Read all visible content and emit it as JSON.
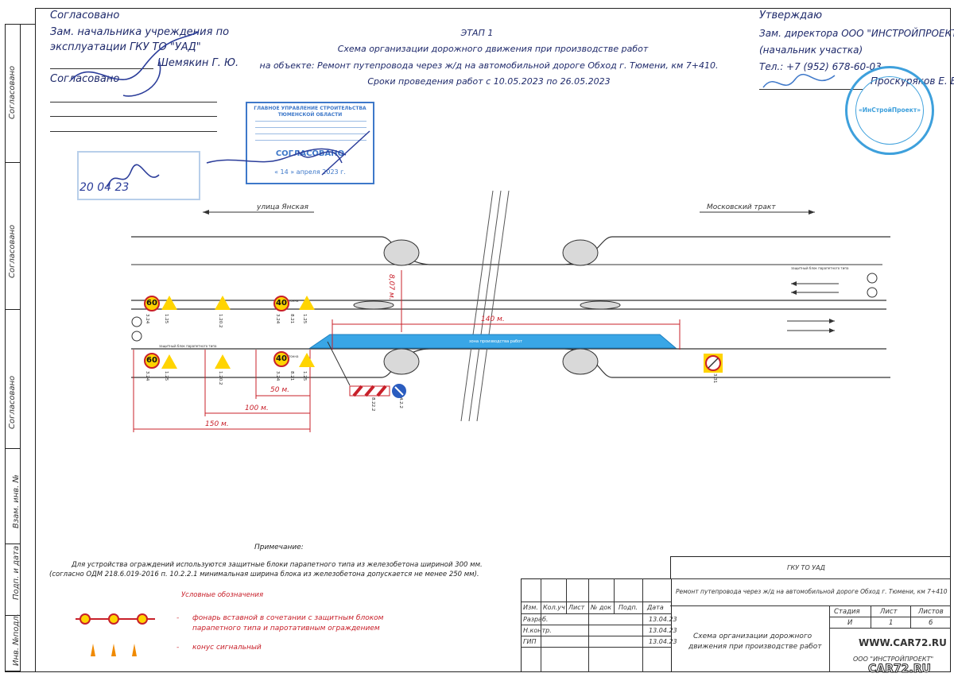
{
  "approvals": {
    "left_title": "Согласовано",
    "left_line1": "Зам. начальника учреждения по",
    "left_line2": "эксплуатации ГКУ ТО \"УАД\"",
    "left_name": "Шемякин Г. Ю.",
    "left2_title": "Согласовано",
    "date_stamp_left": "20 04 23",
    "right_title": "Утверждаю",
    "right_line1": "Зам. директора ООО \"ИНСТРОЙПРОЕКТ\"",
    "right_line2": "(начальник участка)",
    "right_phone": "Тел.: +7 (952) 678-60-03",
    "right_name": "Проскуряков Е. В."
  },
  "header": {
    "stage": "ЭТАП 1",
    "title1": "Схема организации дорожного движения при производстве работ",
    "title2": "на объекте: Ремонт путепровода через ж/д на автомобильной дороге Обход г. Тюмени, км 7+410.",
    "title3": "Сроки проведения работ с 10.05.2023 по 26.05.2023"
  },
  "stamp_main": {
    "org1": "ГЛАВНОЕ УПРАВЛЕНИЕ СТРОИТЕЛЬСТВА",
    "org2": "ТЮМЕНСКОЙ ОБЛАСТИ",
    "label": "СОГЛАСОВАНО",
    "date": "« 14 » апреля 2023 г."
  },
  "round_stamp": {
    "text": "«ИнСтройПроект»"
  },
  "side_labels": [
    "Согласовано",
    "Согласовано",
    "Согласовано",
    "Взам. инв. №",
    "Подп. и дата",
    "Инв. №подл."
  ],
  "scheme": {
    "street_left": "улица Янская",
    "street_right": "Московский тракт",
    "dim_140": "140 м.",
    "dim_8": "8,07 м.",
    "dim_50": "50 м.",
    "dim_100": "100 м.",
    "dim_150": "150 м.",
    "speed_limit": "40",
    "speed_limit_60": "60",
    "sign_codes": [
      "3.24",
      "1.25",
      "1.20.2",
      "3.24",
      "8.21",
      "1.25",
      "8.22.2",
      "4.2.2",
      "3.31",
      "3.24",
      "1.25",
      "1.20.2",
      "3.24",
      "8.21",
      "1.25"
    ],
    "curb_label_top": "защитный блок парапетного типа",
    "curb_label_bottom": "защитный блок парапетного типа",
    "plate_labels": [
      "тонна",
      "тонна"
    ],
    "blue_label": "зона производства работ"
  },
  "notes": {
    "heading": "Примечание:",
    "line1": "Для устройства ограждений используются защитные блоки парапетного типа из железобетона шириной 300 мм.",
    "line2": "(согласно ОДМ 218.6.019-2016 п. 10.2.2.1 минимальная ширина блока из железобетона допускается не менее 250 мм).",
    "legend_title": "Условные обозначения",
    "legend1_a": "фонарь вставной в сочетании с защитным блоком",
    "legend1_b": "парапетного типа и паротативным ограждением",
    "legend2": "конус сигнальный",
    "dash": "-"
  },
  "titleblock": {
    "org": "ГКУ ТО УАД",
    "project": "Ремонт путепровода через ж/д на автомобильной дороге Обход г. Тюмени, км 7+410",
    "col_heads": [
      "Изм.",
      "Кол.уч",
      "Лист",
      "№ док",
      "Подп.",
      "Дата"
    ],
    "rows": [
      {
        "role": "Разраб.",
        "date": "13.04.23"
      },
      {
        "role": "Н.контр.",
        "date": "13.04.23"
      },
      {
        "role": "ГИП",
        "date": "13.04.23"
      }
    ],
    "drawing_name1": "Схема организации дорожного",
    "drawing_name2": "движения при производстве работ",
    "stage_head": "Стадия",
    "sheet_head": "Лист",
    "sheets_head": "Листов",
    "stage_val": "И",
    "sheet_val": "1",
    "sheets_val": "6",
    "company": "ООО \"ИНСТРОЙПРОЕКТ\""
  },
  "watermark": {
    "top": "WWW.CAR72.RU",
    "bottom": "CAR72.RU"
  },
  "colors": {
    "ink": "#1f2a6b",
    "stamp": "#3e78c9",
    "red": "#c8202a",
    "work_zone": "#39a6e6",
    "sign_yellow": "#ffd400"
  }
}
